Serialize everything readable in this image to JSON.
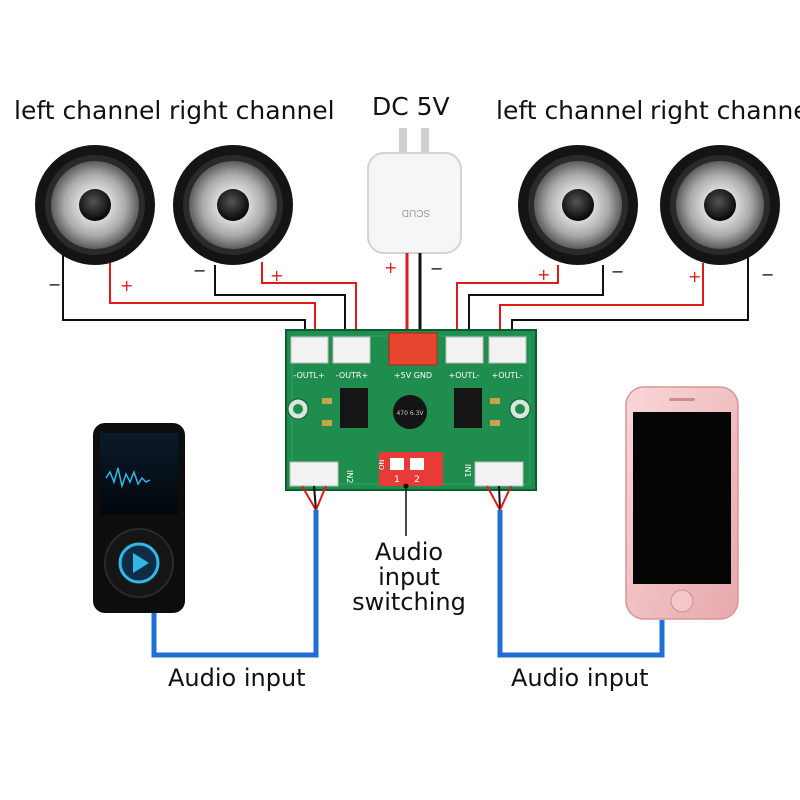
{
  "labels": {
    "left_channel_1": "left channel",
    "right_channel_1": "right channel",
    "dc": "DC 5V",
    "left_channel_2": "left channel",
    "right_channel_2": "right channe",
    "audio_input_left": "Audio input",
    "audio_input_right": "Audio input",
    "switching": [
      "Audio",
      "input",
      "switching"
    ]
  },
  "polarity": {
    "minus": "−",
    "plus": "+"
  },
  "adapter": {
    "brand": "SCUD"
  },
  "board": {
    "outl_plus": "-OUTL+",
    "outr_plus": "-OUTR+",
    "power": "+5V GND",
    "outl_plus_2": "+OUTL-",
    "outr_minus": "+OUTL-",
    "in2": "IN2",
    "in1": "IN1",
    "cap_text": "470 6.3V",
    "dip": "ON",
    "dip_1": "1",
    "dip_2": "2"
  },
  "colors": {
    "wire_red": "#e0191b",
    "wire_black": "#111111",
    "cable_blue": "#1f6fd6",
    "pcb_green": "#1c8a4a",
    "connector_red": "#e8452e"
  }
}
